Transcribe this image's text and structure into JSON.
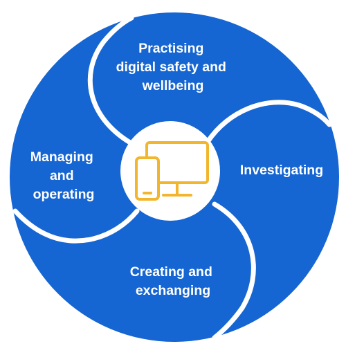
{
  "diagram": {
    "colors": {
      "segment": "#1565d2",
      "divider": "#ffffff",
      "center_fill": "#ffffff",
      "icon_stroke": "#f2b62e"
    },
    "center_icon": "computer-and-phone-icon",
    "segments": [
      {
        "id": "top",
        "lines": [
          "Practising",
          "digital safety and",
          "wellbeing"
        ]
      },
      {
        "id": "right",
        "lines": [
          "Investigating"
        ]
      },
      {
        "id": "bottom",
        "lines": [
          "Creating and",
          "exchanging"
        ]
      },
      {
        "id": "left",
        "lines": [
          "Managing",
          "and",
          "operating"
        ]
      }
    ]
  }
}
